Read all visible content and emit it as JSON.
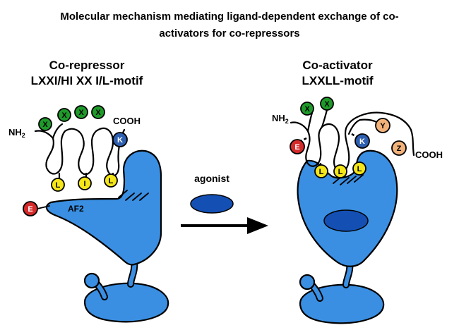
{
  "title": [
    "Molecular mechanism mediating ligand-dependent exchange of co-",
    "activators for co-repressors"
  ],
  "left": {
    "heading": [
      "Co-repressor",
      "LXXI/HI XX I/L-motif"
    ],
    "nh2": "NH",
    "nh2_sub": "2",
    "cooh": "COOH",
    "af2": "AF2",
    "residues": {
      "x1": "X",
      "x2": "X",
      "x3": "X",
      "x4": "X",
      "k": "K",
      "e": "E",
      "l1": "L",
      "i": "I",
      "l2": "L"
    }
  },
  "middle": {
    "agonist": "agonist"
  },
  "right": {
    "heading": [
      "Co-activator",
      "LXXLL-motif"
    ],
    "nh2": "NH",
    "nh2_sub": "2",
    "cooh": "COOH",
    "residues": {
      "x1": "X",
      "x2": "X",
      "y": "Y",
      "z": "Z",
      "k": "K",
      "e": "E",
      "l1": "L",
      "l2": "L",
      "l3": "L"
    }
  },
  "colors": {
    "receptor": "#3a8fe2",
    "ligand": "#1450b4",
    "green": "#1f9a2a",
    "yellow": "#f5e619",
    "blue_k": "#2f5fb0",
    "red_e": "#d42a2a",
    "orange": "#f2b27a"
  }
}
